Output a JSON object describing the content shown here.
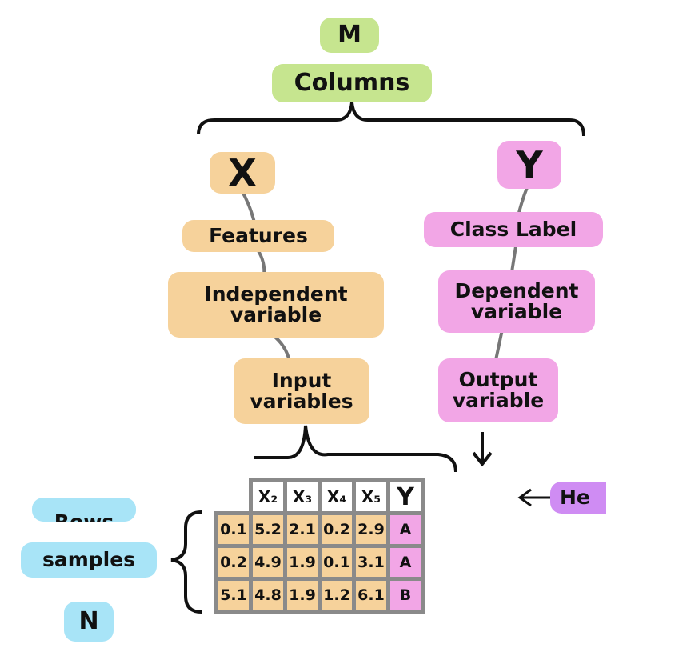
{
  "top": {
    "m": "M",
    "columns": "Columns"
  },
  "left": {
    "x": "X",
    "features": "Features",
    "independent_l1": "Independent",
    "independent_l2": "variable",
    "input_l1": "Input",
    "input_l2": "variables"
  },
  "right": {
    "y": "Y",
    "class_label": "Class Label",
    "dependent_l1": "Dependent",
    "dependent_l2": "variable",
    "output_l1": "Output",
    "output_l2": "variable"
  },
  "rows_side": {
    "rows": "Rows",
    "samples": "samples",
    "n": "N"
  },
  "header_tag": "He",
  "table": {
    "headers": [
      "",
      "X₂",
      "X₃",
      "X₄",
      "X₅",
      "Y"
    ],
    "rows": [
      [
        "0.1",
        "5.2",
        "2.1",
        "0.2",
        "2.9",
        "A"
      ],
      [
        "0.2",
        "4.9",
        "1.9",
        "0.1",
        "3.1",
        "A"
      ],
      [
        "5.1",
        "4.8",
        "1.9",
        "1.2",
        "6.1",
        "B"
      ]
    ]
  },
  "colors": {
    "green": "#c6e58f",
    "orange": "#f6d29b",
    "pink": "#f2a6e6",
    "blue": "#a8e4f7",
    "purple": "#cf8cf3"
  }
}
